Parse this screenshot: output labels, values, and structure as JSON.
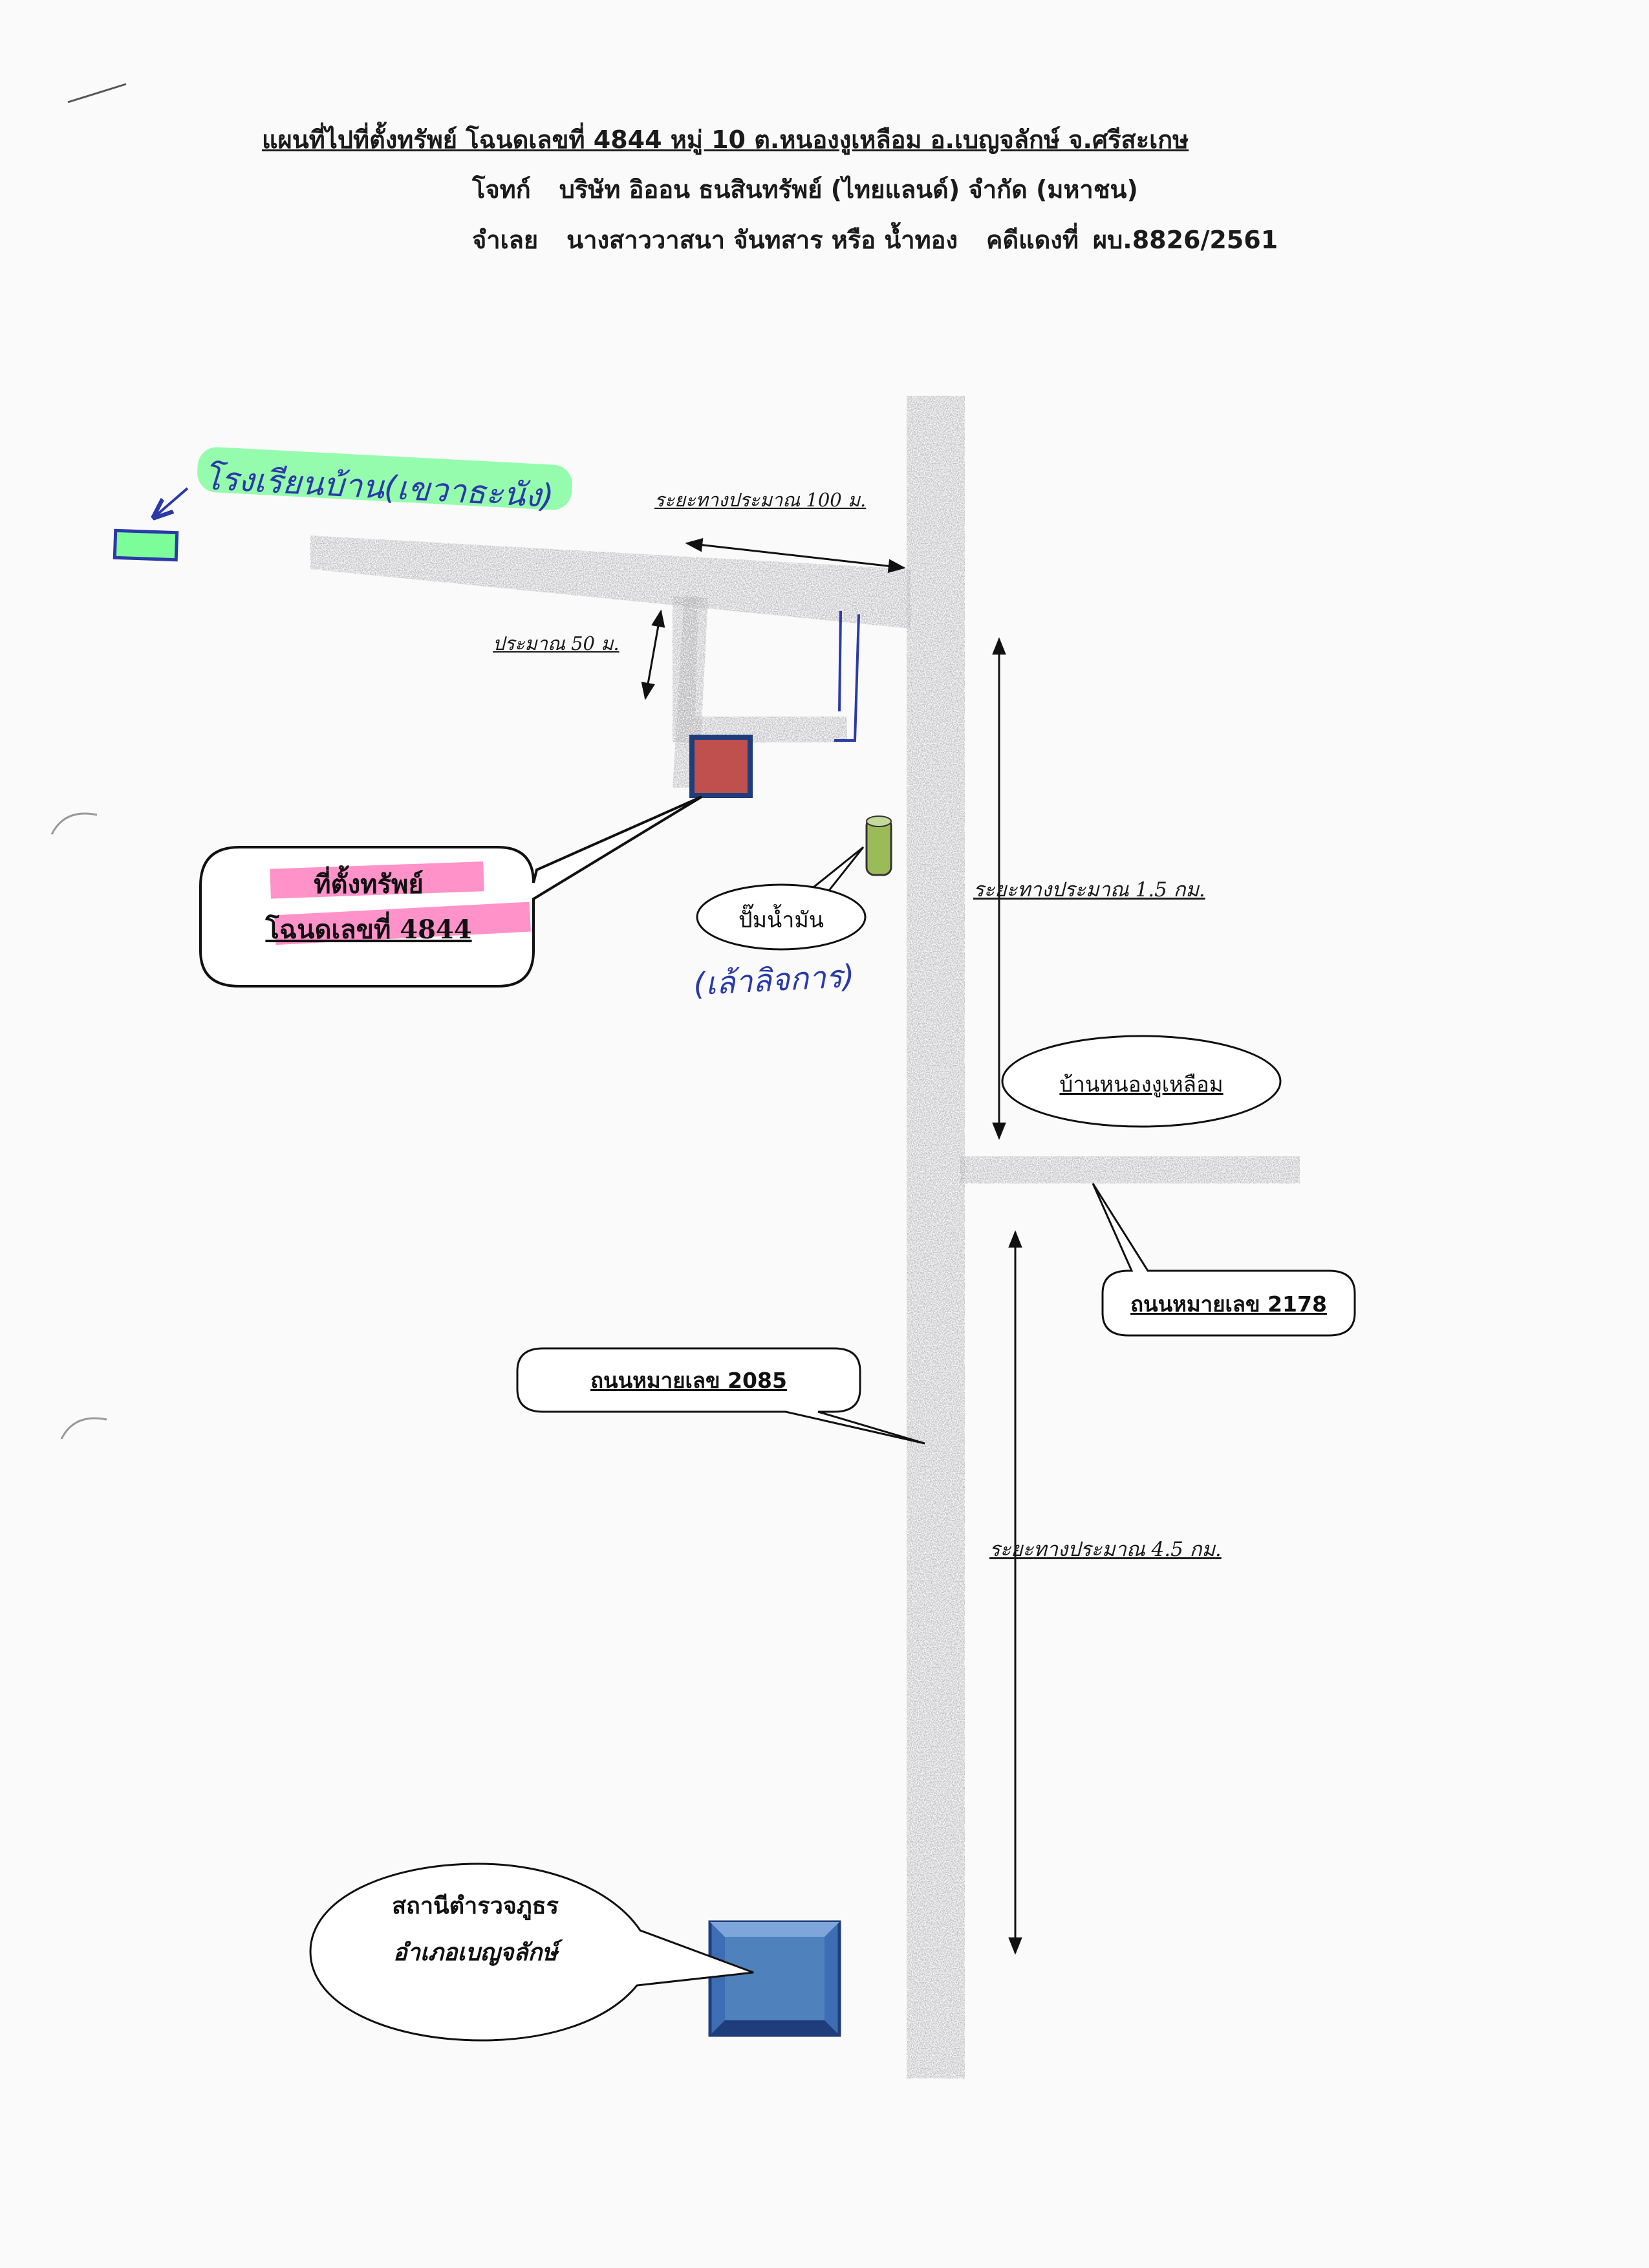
{
  "header": {
    "title": "แผนที่ไปที่ตั้งทรัพย์ โฉนดเลขที่ 4844 หมู่ 10 ต.หนองงูเหลือม อ.เบญจลักษ์ จ.ศรีสะเกษ",
    "plaintiff_label": "โจทก์",
    "plaintiff": "บริษัท อิออน ธนสินทรัพย์ (ไทยแลนด์) จำกัด (มหาชน)",
    "defendant_label": "จำเลย",
    "defendant": "นางสาววาสนา จันทสาร หรือ น้ำทอง",
    "case_label": "คดีแดงที่",
    "case_no": "ผบ.8826/2561"
  },
  "map": {
    "distance_100m": "ระยะทางประมาณ 100 ม.",
    "distance_50m": "ประมาณ 50 ม.",
    "distance_1_5km": "ระยะทางประมาณ 1.5 กม.",
    "distance_4_5km": "ระยะทางประมาณ 4.5 กม.",
    "property_line1": "ที่ตั้งทรัพย์",
    "property_line2": "โฉนดเลขที่ 4844",
    "gas_station": "ปั๊มน้ำมัน",
    "gas_station_note": "(เล้าลิจการ)",
    "village": "บ้านหนองงูเหลือม",
    "road_2178": "ถนนหมายเลข 2178",
    "road_2085": "ถนนหมายเลข 2085",
    "police_line1": "สถานีตำรวจภูธร",
    "police_line2": "อำเภอเบญจลักษ์",
    "school_note": "โรงเรียนบ้าน(เขวาธะนัง)"
  },
  "colors": {
    "property_marker": "#c0504d",
    "police_marker": "#4f81bd",
    "gas_marker": "#9bbb59",
    "highlight_pink": "#ff7fc0",
    "highlight_green": "#7dfc9a",
    "ink_blue": "#2a3aa8"
  }
}
